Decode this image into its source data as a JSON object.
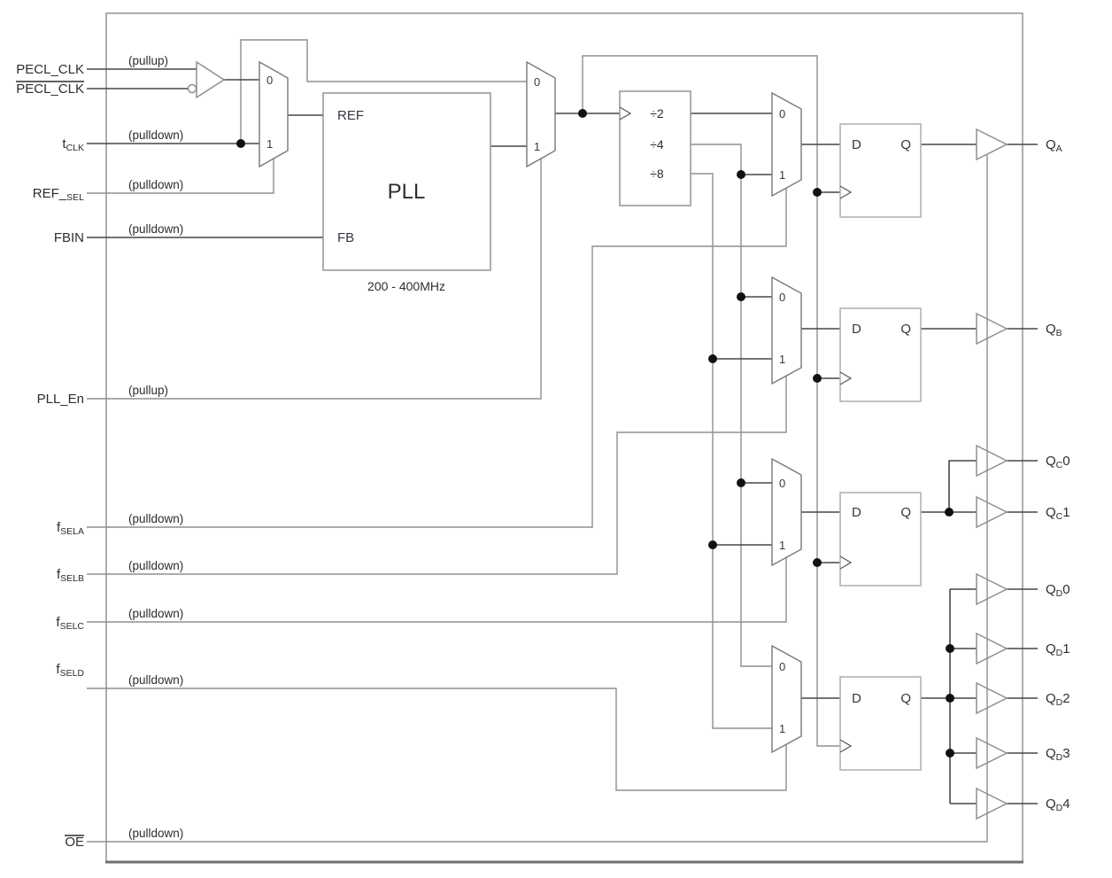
{
  "diagram": {
    "inputs": {
      "pecl_clk": {
        "label": "PECL_CLK",
        "pull": "(pullup)"
      },
      "pecl_clk_n": {
        "label": "PECL_CLK"
      },
      "tclk": {
        "base": "t",
        "sub": "CLK",
        "pull": "(pulldown)"
      },
      "ref_sel": {
        "base": "REF_",
        "sub": "SEL",
        "pull": "(pulldown)"
      },
      "fbin": {
        "label": "FBIN",
        "pull": "(pulldown)"
      },
      "pll_en": {
        "label": "PLL_En",
        "pull": "(pullup)"
      },
      "fsela": {
        "base": "f",
        "sub": "SELA",
        "pull": "(pulldown)"
      },
      "fselb": {
        "base": "f",
        "sub": "SELB",
        "pull": "(pulldown)"
      },
      "fselc": {
        "base": "f",
        "sub": "SELC",
        "pull": "(pulldown)"
      },
      "fseld": {
        "base": "f",
        "sub": "SELD",
        "pull": "(pulldown)"
      },
      "oe": {
        "label": "OE",
        "pull": "(pulldown)"
      }
    },
    "pll": {
      "name": "PLL",
      "ref_pin": "REF",
      "fb_pin": "FB",
      "freq_range": "200 - 400MHz"
    },
    "divider": {
      "stages": [
        "÷2",
        "÷4",
        "÷8"
      ]
    },
    "mux": {
      "in0": "0",
      "in1": "1"
    },
    "dff": {
      "d_pin": "D",
      "q_pin": "Q"
    },
    "outputs": {
      "qa": {
        "base": "Q",
        "sub": "A"
      },
      "qb": {
        "base": "Q",
        "sub": "B"
      },
      "qc0": {
        "base": "Q",
        "sub": "C",
        "num": "0"
      },
      "qc1": {
        "base": "Q",
        "sub": "C",
        "num": "1"
      },
      "qd0": {
        "base": "Q",
        "sub": "D",
        "num": "0"
      },
      "qd1": {
        "base": "Q",
        "sub": "D",
        "num": "1"
      },
      "qd2": {
        "base": "Q",
        "sub": "D",
        "num": "2"
      },
      "qd3": {
        "base": "Q",
        "sub": "D",
        "num": "3"
      },
      "qd4": {
        "base": "Q",
        "sub": "D",
        "num": "4"
      }
    },
    "colors": {
      "signal_wire": "#474747",
      "control_wire": "#8f8f8f",
      "block_outline": "#949494",
      "junction": "#111111",
      "text": "#2d2d2d"
    }
  }
}
